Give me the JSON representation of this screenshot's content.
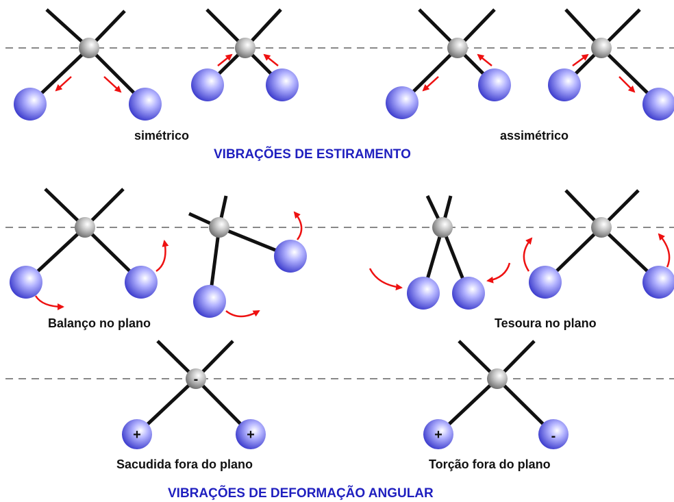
{
  "labels": {
    "simetrico": "simétrico",
    "assimetrico": "assimétrico",
    "stretching_title": "VIBRAÇÕES DE ESTIRAMENTO",
    "balanco": "Balanço no plano",
    "tesoura": "Tesoura no plano",
    "sacudida": "Sacudida fora do plano",
    "torcao": "Torção fora do plano",
    "bending_title": "VIBRAÇÕES DE DEFORMAÇÃO ANGULAR"
  },
  "signs": {
    "sacudida_center": "-",
    "sacudida_left": "+",
    "sacudida_right": "+",
    "torcao_left": "+",
    "torcao_right": "-"
  },
  "colors": {
    "title": "#1f1fbf",
    "arrow": "#ee1111",
    "bond": "#111111",
    "dashed_line": "#888888",
    "atom_blue": "#5a5ae6",
    "atom_gray": "#9a9a9a"
  }
}
